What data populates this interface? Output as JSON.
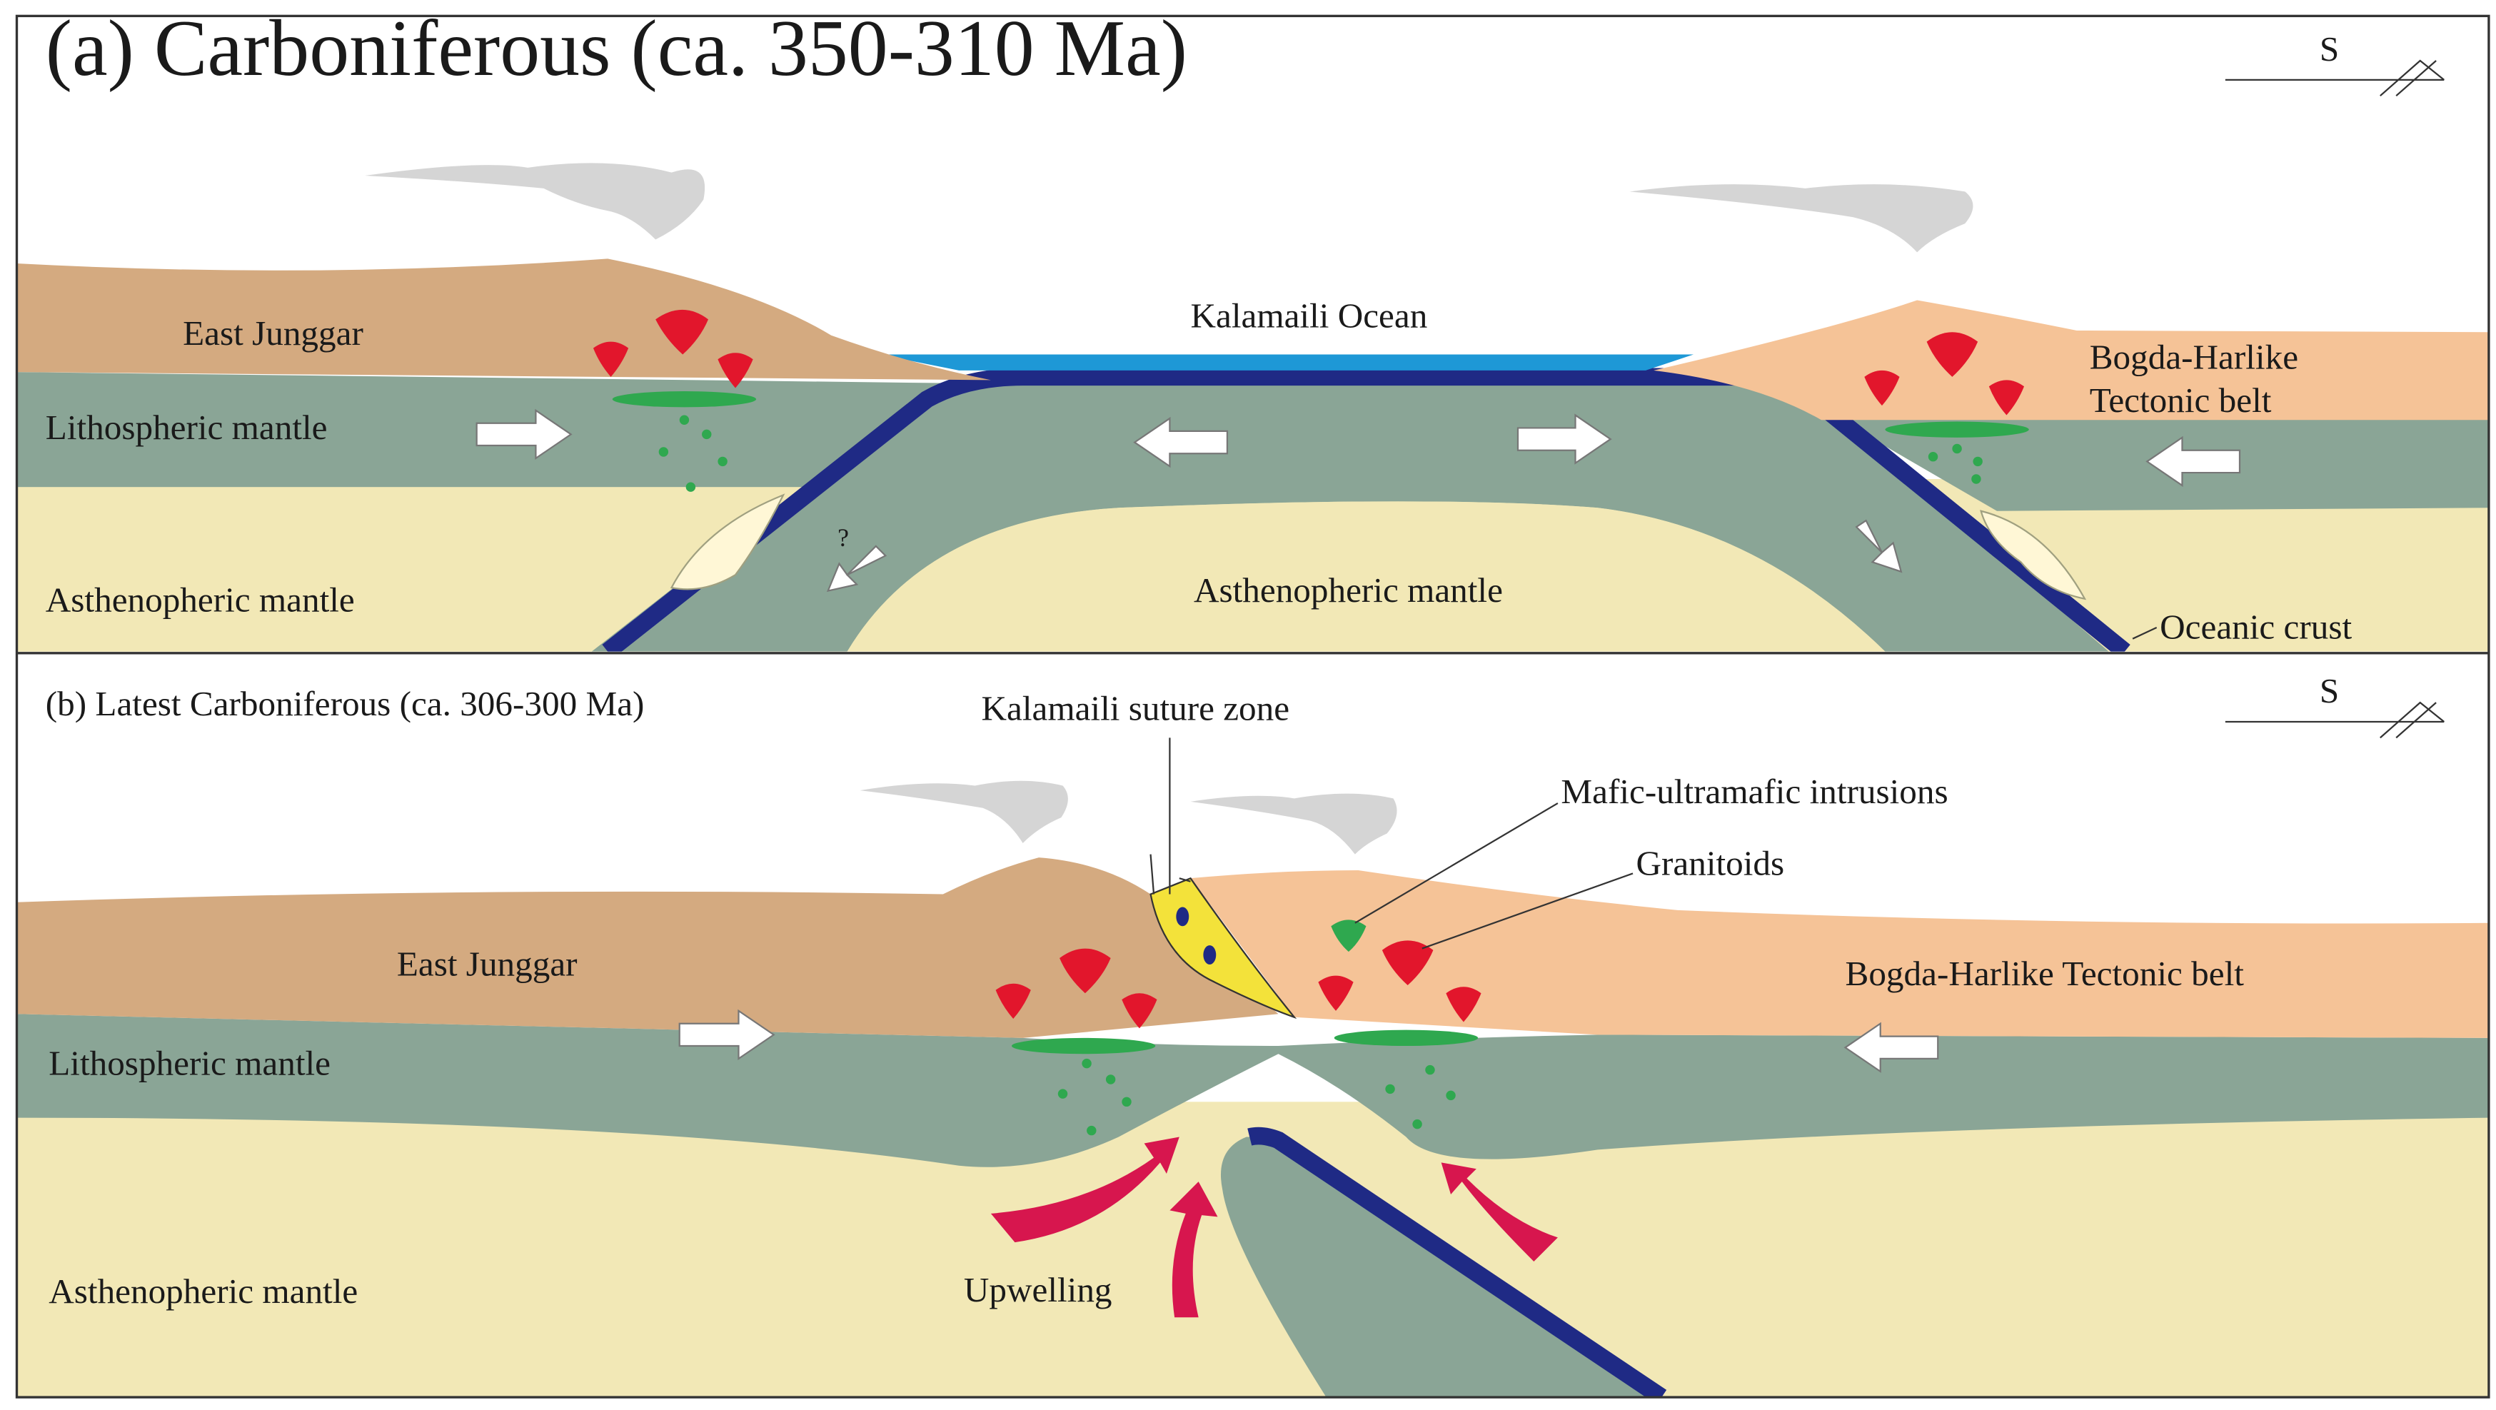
{
  "panel_a": {
    "title": "(a) Carboniferous (ca. 350-310 Ma)",
    "orientation": "S",
    "labels": {
      "east_junggar": "East Junggar",
      "lithospheric_mantle": "Lithospheric mantle",
      "asthenospheric_mantle_left": "Asthenopheric mantle",
      "ocean": "Kalamaili Ocean",
      "asthenospheric_mantle_center": "Asthenopheric mantle",
      "bogda_line1": "Bogda-Harlike",
      "bogda_line2": "Tectonic belt",
      "oceanic_crust": "Oceanic crust",
      "question": "?"
    }
  },
  "panel_b": {
    "title": "(b) Latest Carboniferous (ca. 306-300 Ma)",
    "orientation": "S",
    "labels": {
      "suture": "Kalamaili suture zone",
      "mafic": "Mafic-ultramafic intrusions",
      "granitoids": "Granitoids",
      "east_junggar": "East Junggar",
      "bogda": "Bogda-Harlike Tectonic belt",
      "lithospheric_mantle": "Lithospheric mantle",
      "asthenospheric_mantle": "Asthenopheric mantle",
      "upwelling": "Upwelling"
    }
  },
  "colors": {
    "east_junggar_crust": "#D4AA80",
    "bogda_crust": "#F5C397",
    "lithospheric_mantle": "#8AA596",
    "asthenosphere": "#F2E8B6",
    "ocean": "#1E98D6",
    "oceanic_crust": "#1F2A85",
    "granitoid": "#E2162C",
    "mafic": "#2FA84F",
    "suture": "#F3E23A",
    "upwelling_arrow": "#D7164E",
    "cloud": "#D5D5D5"
  }
}
